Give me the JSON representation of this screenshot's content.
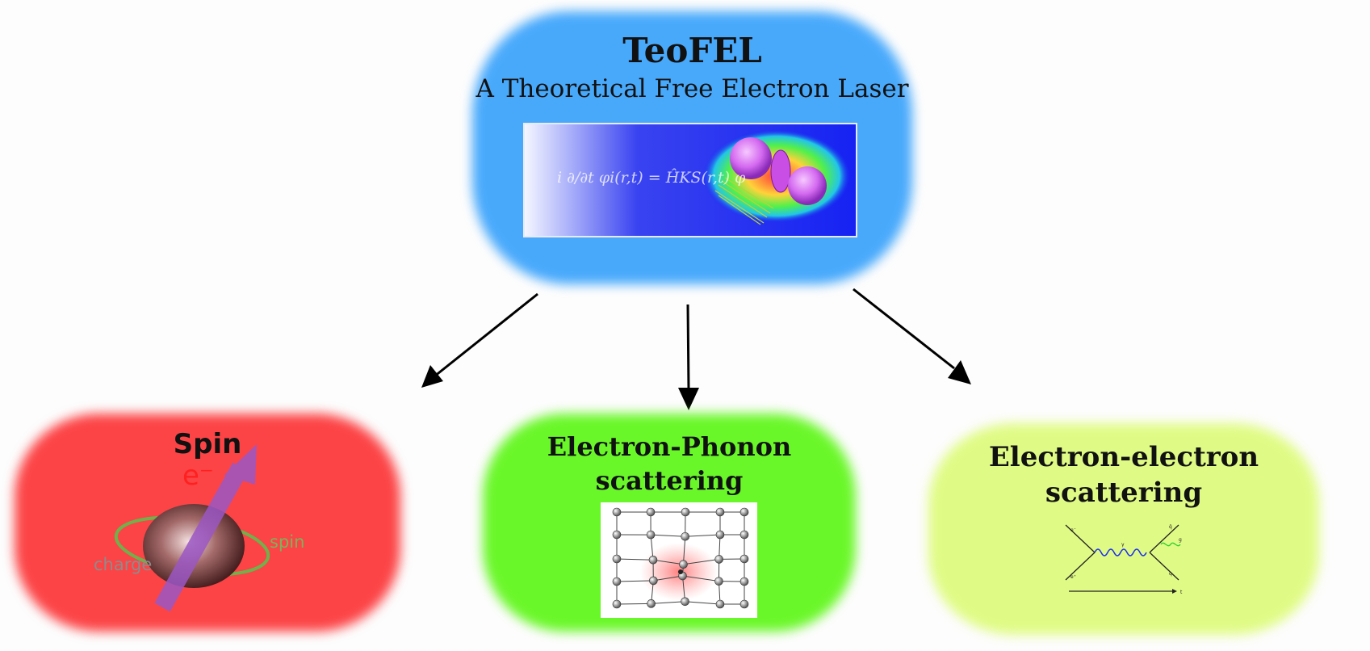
{
  "top": {
    "title": "TeoFEL",
    "subtitle": "A Theoretical Free Electron Laser",
    "equation": "i ∂/∂t φi(r,t) = ĤKS(r,t) φ",
    "color": "#48a9fb"
  },
  "spin": {
    "title": "Spin",
    "electron_label": "e⁻",
    "spin_label": "spin",
    "charge_label": "charge",
    "color": "#fc4446"
  },
  "electron_phonon": {
    "title_line1": "Electron-Phonon",
    "title_line2": "scattering",
    "color": "#6af729"
  },
  "electron_electron": {
    "title_line1": "Electron-electron",
    "title_line2": "scattering",
    "color": "#e0fb85",
    "diagram_labels": {
      "e_in_top": "e⁻",
      "e_in_bottom": "e⁺",
      "gamma": "γ",
      "q_bar": "q̄",
      "g": "g",
      "q": "q",
      "t": "t"
    }
  }
}
